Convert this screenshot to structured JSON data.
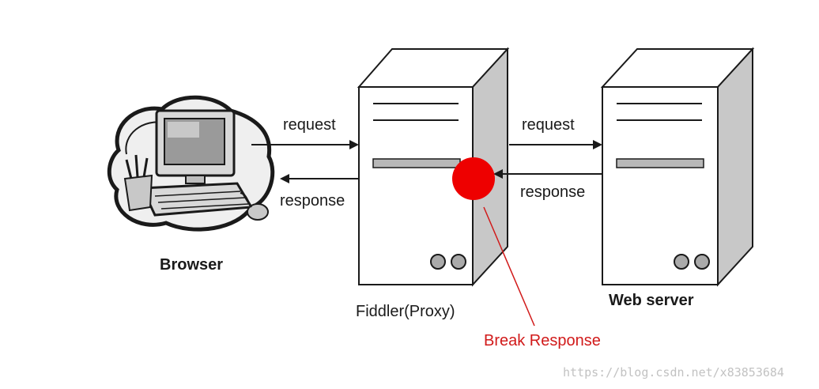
{
  "labels": {
    "browser": "Browser",
    "proxy": "Fiddler(Proxy)",
    "web_server": "Web server",
    "break_response": "Break Response",
    "request_left": "request",
    "response_left": "response",
    "request_right": "request",
    "response_right": "response"
  },
  "watermark": "https://blog.csdn.net/x83853684",
  "colors": {
    "breakpoint": "#ee0000",
    "annotation_text": "#d11a1a",
    "server_face": "#ffffff",
    "server_side": "#c8c8c8",
    "outline": "#1a1a1a"
  },
  "icons": [
    "computer-icon",
    "server-icon",
    "breakpoint-icon"
  ]
}
